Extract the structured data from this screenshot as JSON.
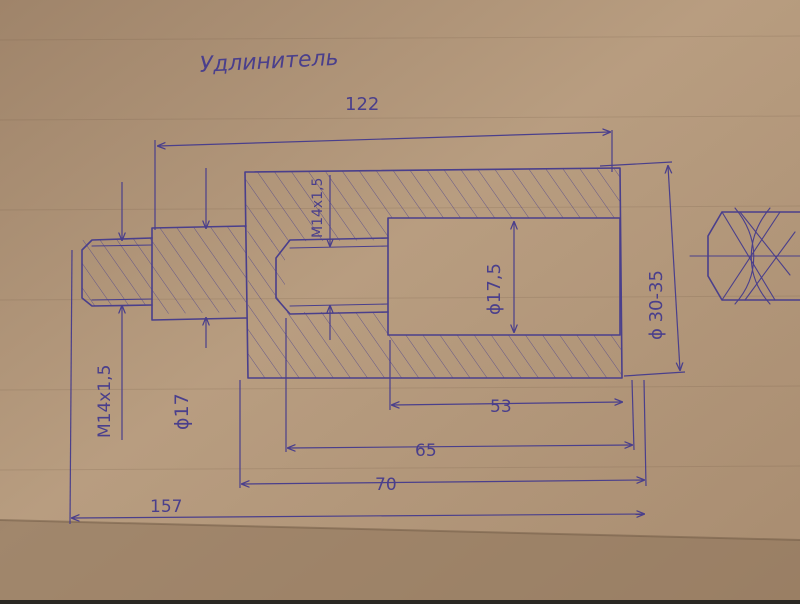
{
  "drawing": {
    "title": "Удлинитель",
    "dimensions": {
      "top_length": "122",
      "outer_diameter": "ϕ 30-35",
      "bore_diameter": "ϕ17,5",
      "inner_thread": "M14x1,5",
      "outer_thread": "M14x1,5",
      "shoulder_diameter": "ϕ17",
      "bore_depth": "53",
      "thread_depth": "65",
      "body_length": "70",
      "total_length": "157"
    }
  },
  "colors": {
    "ink": "#4a3f8c",
    "cardboard": "#b69a7c",
    "cardboard_dark": "#8f765d"
  }
}
